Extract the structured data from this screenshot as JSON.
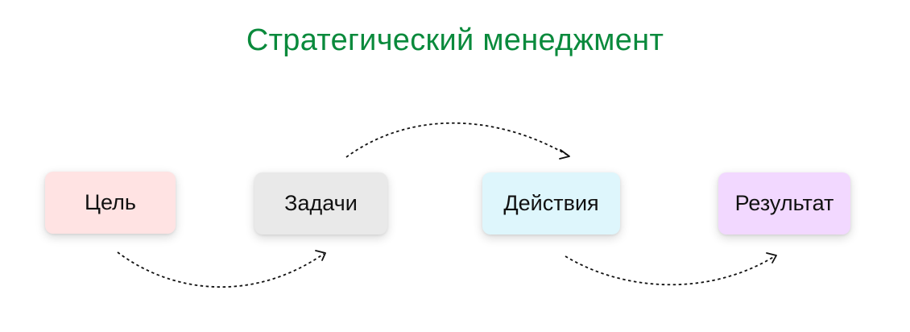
{
  "title": {
    "text": "Стратегический менеджмент",
    "color": "#0a8a3c"
  },
  "nodes": [
    {
      "id": "goal",
      "label": "Цель",
      "color": "#ffe3e3"
    },
    {
      "id": "tasks",
      "label": "Задачи",
      "color": "#e9e9e9"
    },
    {
      "id": "actions",
      "label": "Действия",
      "color": "#def6fc"
    },
    {
      "id": "result",
      "label": "Результат",
      "color": "#f2d8ff"
    }
  ],
  "connections": [
    {
      "from": "goal",
      "to": "tasks",
      "style": "dotted-arrow"
    },
    {
      "from": "tasks",
      "to": "actions",
      "style": "dotted-arrow"
    },
    {
      "from": "actions",
      "to": "result",
      "style": "dotted-arrow"
    }
  ]
}
